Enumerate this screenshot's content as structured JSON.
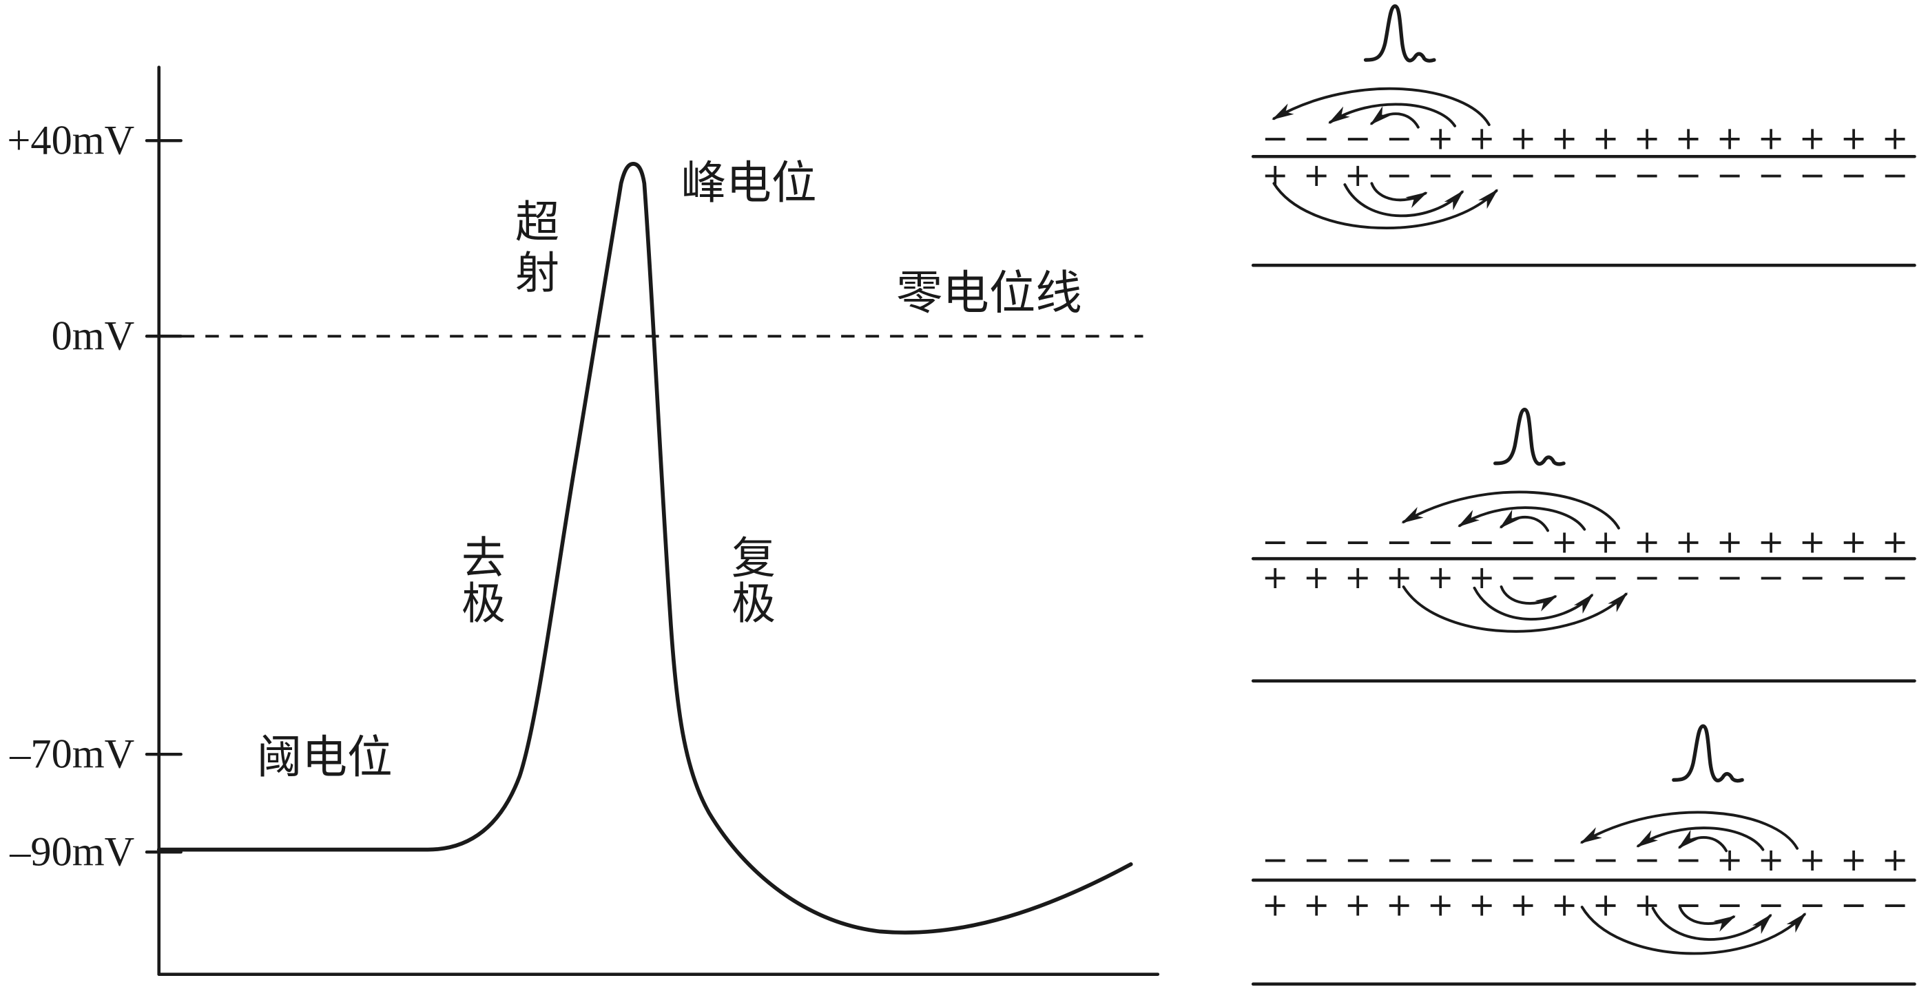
{
  "axis": {
    "ticks": [
      "+40mV",
      "0mV",
      "–70mV",
      "–90mV"
    ]
  },
  "labels": {
    "peak": "峰电位",
    "overshoot": "超射",
    "zero_line": "零电位线",
    "depolarization": "去极",
    "repolarization": "复极",
    "threshold": "阈电位"
  },
  "panels": [
    {
      "top_row": [
        "−",
        "−",
        "−",
        "−",
        "+",
        "+",
        "+",
        "+",
        "+",
        "+",
        "+",
        "+",
        "+",
        "+",
        "+",
        "+"
      ],
      "bottom_row": [
        "+",
        "+",
        "+",
        "−",
        "−",
        "−",
        "−",
        "−",
        "−",
        "−",
        "−",
        "−",
        "−",
        "−",
        "−",
        "−"
      ]
    },
    {
      "top_row": [
        "−",
        "−",
        "−",
        "−",
        "−",
        "−",
        "−",
        "+",
        "+",
        "+",
        "+",
        "+",
        "+",
        "+",
        "+",
        "+"
      ],
      "bottom_row": [
        "+",
        "+",
        "+",
        "+",
        "+",
        "+",
        "−",
        "−",
        "−",
        "−",
        "−",
        "−",
        "−",
        "−",
        "−",
        "−"
      ]
    },
    {
      "top_row": [
        "−",
        "−",
        "−",
        "−",
        "−",
        "−",
        "−",
        "−",
        "−",
        "−",
        "−",
        "+",
        "+",
        "+",
        "+",
        "+"
      ],
      "bottom_row": [
        "+",
        "+",
        "+",
        "+",
        "+",
        "+",
        "+",
        "+",
        "+",
        "+",
        "−",
        "−",
        "−",
        "−",
        "−",
        "−"
      ]
    }
  ]
}
